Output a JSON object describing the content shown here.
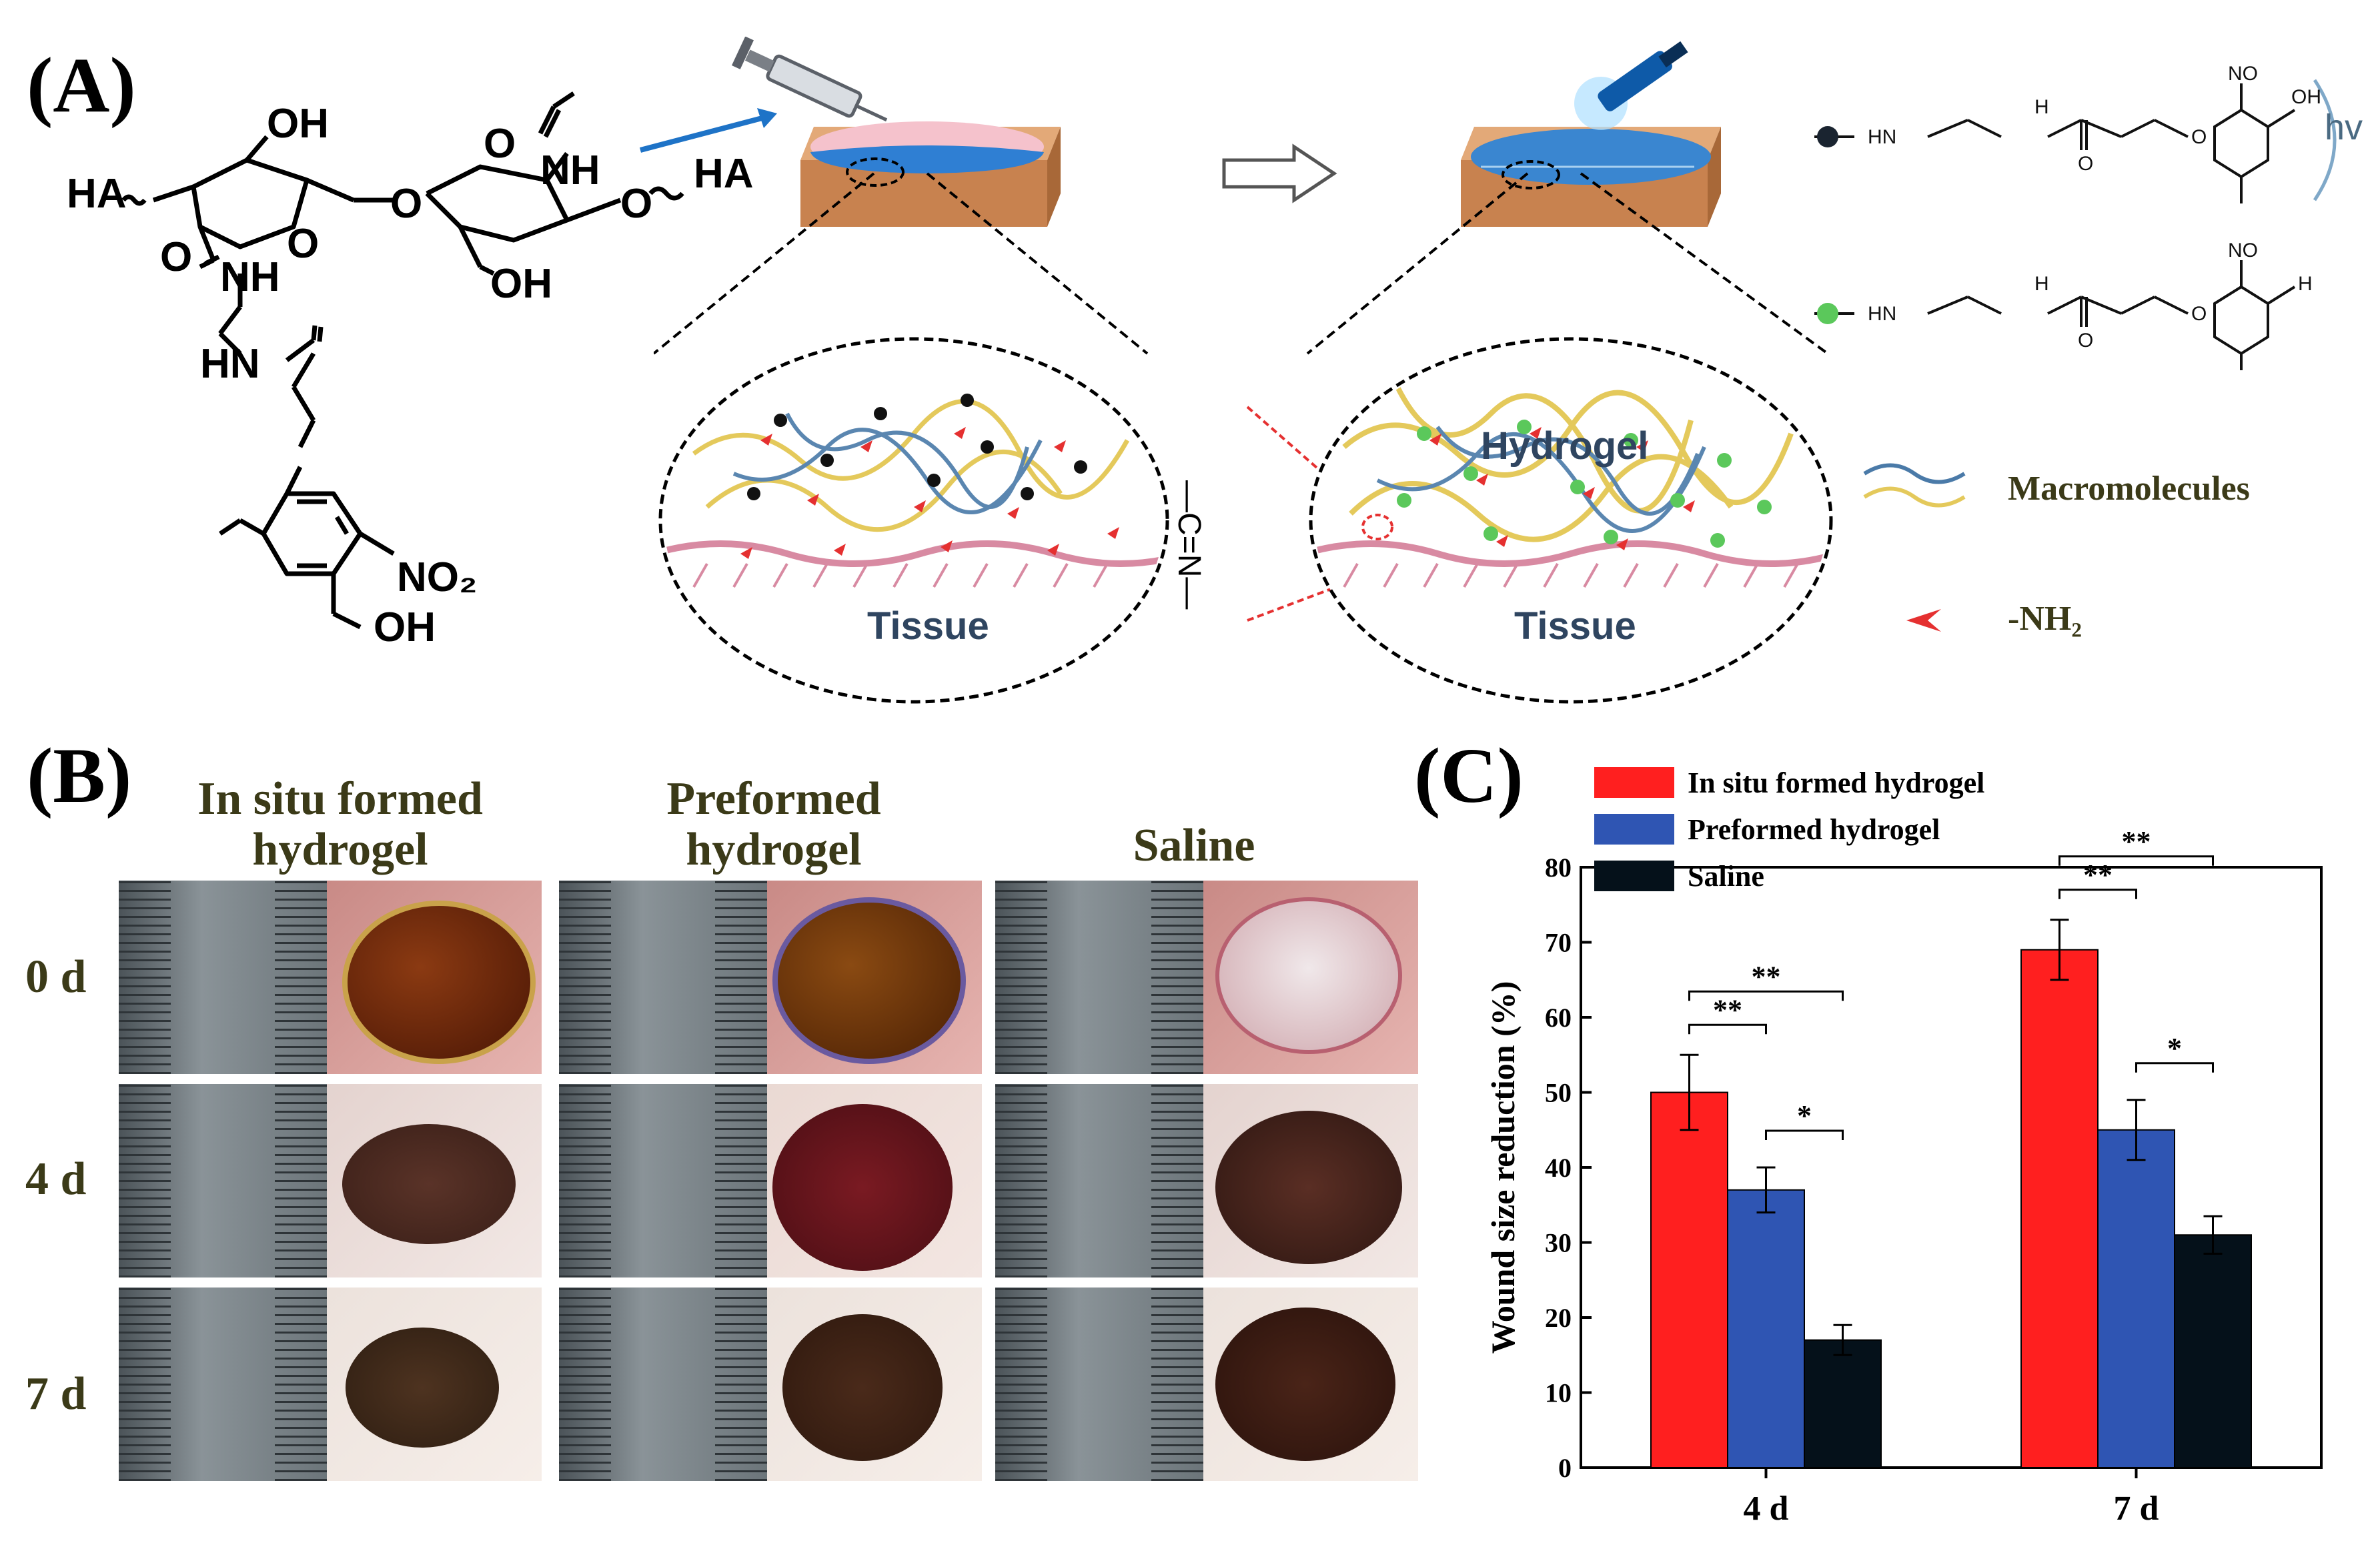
{
  "panel_labels": {
    "a": "(A)",
    "b": "(B)",
    "c": "(C)"
  },
  "chem": {
    "ha_left": "HA",
    "ha_right": "HA",
    "oh": "OH",
    "oh2": "OH",
    "oh3": "OH",
    "nh": "NH",
    "nh2": "NH",
    "hn": "HN",
    "o1": "O",
    "o2": "O",
    "o3": "O",
    "o4": "O",
    "o5": "O",
    "no2": "NO₂",
    "hv": "hv"
  },
  "scheme": {
    "tissue_left": "Tissue",
    "tissue_right": "Tissue",
    "hydrogel": "Hydrogel",
    "imine": "—C=N—",
    "legend_macromolecules": "Macromolecules",
    "legend_nh2": "-NH₂"
  },
  "panel_b": {
    "columns": [
      "In situ formed hydrogel",
      "Preformed hydrogel",
      "Saline"
    ],
    "rows": [
      "0 d",
      "4 d",
      "7 d"
    ]
  },
  "chart_data": {
    "type": "bar",
    "categories": [
      "4 d",
      "7 d"
    ],
    "series": [
      {
        "name": "In situ formed hydrogel",
        "values": [
          50,
          69
        ],
        "errors": [
          5,
          4
        ],
        "color": "#ff1f1f"
      },
      {
        "name": "Preformed hydrogel",
        "values": [
          37,
          45
        ],
        "errors": [
          3,
          4
        ],
        "color": "#2f55b3"
      },
      {
        "name": "Saline",
        "values": [
          17,
          31
        ],
        "errors": [
          2,
          2.5
        ],
        "color": "#05111a"
      }
    ],
    "ylabel": "Wound size reduction (%)",
    "ylim": [
      0,
      80
    ],
    "yticks": [
      0,
      10,
      20,
      30,
      40,
      50,
      60,
      70,
      80
    ],
    "significance": [
      {
        "category": "4 d",
        "from": 0,
        "to": 1,
        "label": "**"
      },
      {
        "category": "4 d",
        "from": 0,
        "to": 2,
        "label": "**"
      },
      {
        "category": "4 d",
        "from": 1,
        "to": 2,
        "label": "*"
      },
      {
        "category": "7 d",
        "from": 0,
        "to": 1,
        "label": "**"
      },
      {
        "category": "7 d",
        "from": 0,
        "to": 2,
        "label": "**"
      },
      {
        "category": "7 d",
        "from": 1,
        "to": 2,
        "label": "*"
      }
    ],
    "legend": "top-left",
    "grid": false
  }
}
